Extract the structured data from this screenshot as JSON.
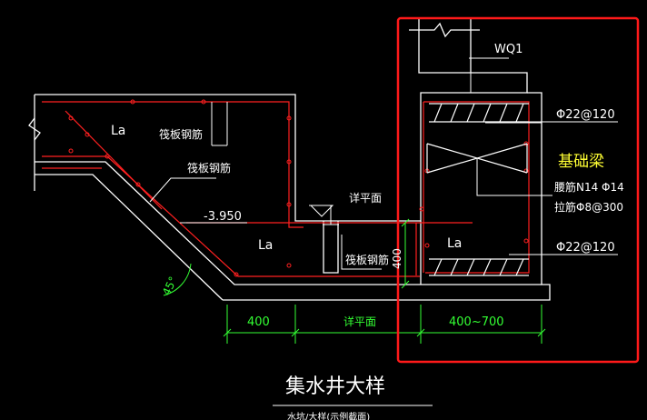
{
  "drawing": {
    "title": "集水井大样",
    "subtitle_cut": "水坑/大样(示例截面)",
    "beam_label": "基础梁",
    "wall_mark": "WQ1",
    "annotations": {
      "top_bar": "Φ22@120",
      "bottom_bar": "Φ22@120",
      "waist_bar": "腰筋N14 Φ14",
      "tie_bar": "拉筋Φ8@300",
      "raft_bar_1": "筏板钢筋",
      "raft_bar_2": "筏板钢筋",
      "raft_bar_3": "筏板钢筋",
      "level_mark": "详平面",
      "level_value": "-3.950",
      "anchor_1": "La",
      "anchor_2": "La",
      "anchor_3": "La",
      "angle": "45°",
      "vertical_dim": "400"
    },
    "dimensions": {
      "dim_1": "400",
      "dim_2": "详平面",
      "dim_3": "400~700"
    },
    "colors": {
      "background": "#000000",
      "lines": "#ffffff",
      "rebar": "#ff2020",
      "dimension": "#33ff33",
      "highlight_box": "#ff1a1a",
      "beam_label": "#ffff33"
    }
  }
}
